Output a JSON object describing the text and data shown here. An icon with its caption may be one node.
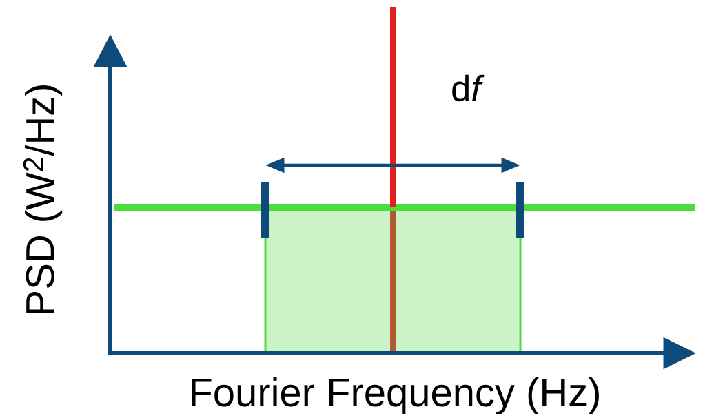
{
  "diagram": {
    "labels": [
      "PSD (W$^{2}$/Hz)",
      "Fourier Frequency (Hz)",
      "\\mathrm{d}\\textit{f}"
    ]
  }
}
